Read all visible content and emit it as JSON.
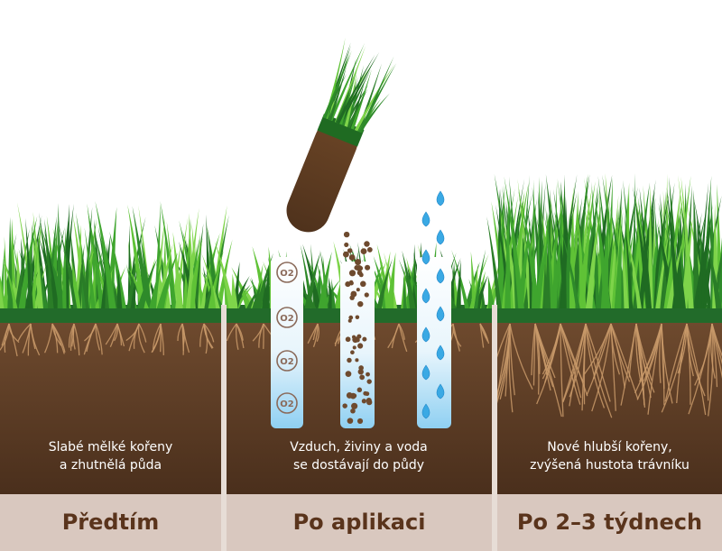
{
  "panels": [
    {
      "caption_line1": "Slabé mělké kořeny",
      "caption_line2": "a zhutnělá půda",
      "label": "Předtím"
    },
    {
      "caption_line1": "Vzduch, živiny a voda",
      "caption_line2": "se dostávají do půdy",
      "label": "Po aplikaci",
      "oxygen_symbol": "O2"
    },
    {
      "caption_line1": "Nové hlubší kořeny,",
      "caption_line2": "zvýšená hustota trávníku",
      "label": "Po 2–3 týdnech"
    }
  ],
  "colors": {
    "grass_dark": "#1f6b22",
    "grass_light": "#5fc236",
    "turf_band": "#226b2a",
    "soil": "#5a3a24",
    "label_band": "#d9c8bf",
    "label_text": "#5a341c",
    "water": "#4ab6e8"
  }
}
